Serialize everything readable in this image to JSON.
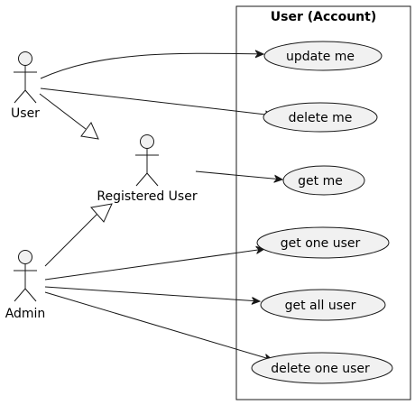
{
  "diagram": {
    "type": "use-case",
    "boundary": {
      "title": "User (Account)"
    },
    "actors": [
      {
        "id": "user",
        "label": "User"
      },
      {
        "id": "registered",
        "label": "Registered User"
      },
      {
        "id": "admin",
        "label": "Admin"
      }
    ],
    "use_cases": [
      {
        "id": "update-me",
        "label": "update me"
      },
      {
        "id": "delete-me",
        "label": "delete me"
      },
      {
        "id": "get-me",
        "label": "get me"
      },
      {
        "id": "get-one-user",
        "label": "get one user"
      },
      {
        "id": "get-all-user",
        "label": "get all user"
      },
      {
        "id": "delete-one-user",
        "label": "delete one user"
      }
    ],
    "associations": [
      {
        "from": "user",
        "to": "update-me"
      },
      {
        "from": "user",
        "to": "delete-me"
      },
      {
        "from": "registered",
        "to": "get-me"
      },
      {
        "from": "admin",
        "to": "get-one-user"
      },
      {
        "from": "admin",
        "to": "get-all-user"
      },
      {
        "from": "admin",
        "to": "delete-one-user"
      }
    ],
    "generalizations": [
      {
        "from": "user",
        "to": "registered"
      },
      {
        "from": "admin",
        "to": "registered"
      }
    ],
    "colors": {
      "usecase_fill": "#f1f1f1",
      "stroke": "#181818",
      "background": "#ffffff"
    }
  }
}
